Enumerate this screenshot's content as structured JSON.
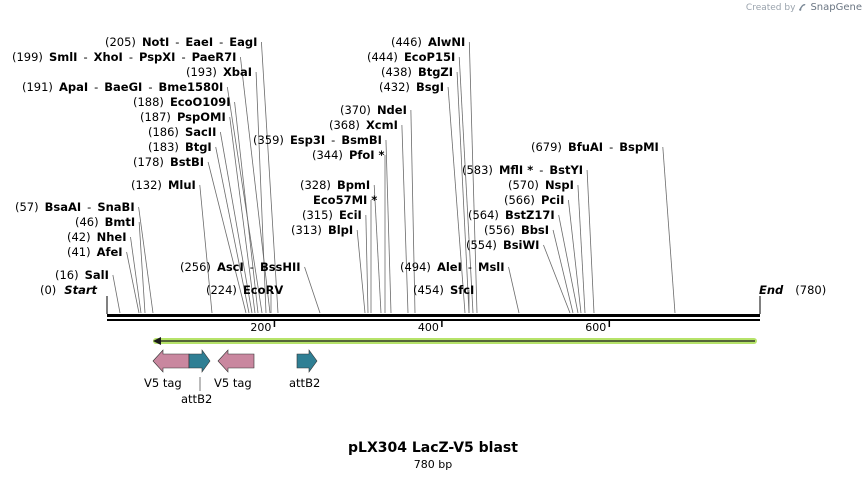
{
  "credit": {
    "text": "Created by",
    "brand": "SnapGene"
  },
  "map": {
    "title": "pLX304 LacZ-V5 blast",
    "length_label": "780 bp",
    "length": 780,
    "start_label": "Start",
    "start_pos": "(0)",
    "end_label": "End",
    "end_pos": "(780)",
    "ticks": [
      "200",
      "400",
      "600"
    ],
    "tick_values": [
      200,
      400,
      600
    ]
  },
  "sites": [
    {
      "pos": "(205)",
      "names": [
        "NotI",
        "EaeI",
        "EagI"
      ]
    },
    {
      "pos": "(199)",
      "names": [
        "SmlI",
        "XhoI",
        "PspXI",
        "PaeR7I"
      ]
    },
    {
      "pos": "(193)",
      "names": [
        "XbaI"
      ]
    },
    {
      "pos": "(191)",
      "names": [
        "ApaI",
        "BaeGI",
        "Bme1580I"
      ]
    },
    {
      "pos": "(188)",
      "names": [
        "EcoO109I"
      ]
    },
    {
      "pos": "(187)",
      "names": [
        "PspOMI"
      ]
    },
    {
      "pos": "(186)",
      "names": [
        "SacII"
      ]
    },
    {
      "pos": "(183)",
      "names": [
        "BtgI"
      ]
    },
    {
      "pos": "(178)",
      "names": [
        "BstBI"
      ]
    },
    {
      "pos": "(132)",
      "names": [
        "MluI"
      ]
    },
    {
      "pos": "(57)",
      "names": [
        "BsaAI",
        "SnaBI"
      ]
    },
    {
      "pos": "(46)",
      "names": [
        "BmtI"
      ]
    },
    {
      "pos": "(42)",
      "names": [
        "NheI"
      ]
    },
    {
      "pos": "(41)",
      "names": [
        "AfeI"
      ]
    },
    {
      "pos": "(16)",
      "names": [
        "SalI"
      ]
    },
    {
      "pos": "(256)",
      "names": [
        "AscI",
        "BssHII"
      ]
    },
    {
      "pos": "(224)",
      "names": [
        "EcoRV"
      ]
    },
    {
      "pos": "(359)",
      "names": [
        "Esp3I",
        "BsmBI"
      ]
    },
    {
      "pos": "(344)",
      "names": [
        "PfoI *"
      ]
    },
    {
      "pos": "(370)",
      "names": [
        "NdeI"
      ]
    },
    {
      "pos": "(368)",
      "names": [
        "XcmI"
      ]
    },
    {
      "pos": "(328)",
      "names": [
        "BpmI"
      ]
    },
    {
      "pos": "",
      "names": [
        "Eco57MI *"
      ]
    },
    {
      "pos": "(315)",
      "names": [
        "EciI"
      ]
    },
    {
      "pos": "(313)",
      "names": [
        "BlpI"
      ]
    },
    {
      "pos": "(446)",
      "names": [
        "AlwNI"
      ]
    },
    {
      "pos": "(444)",
      "names": [
        "EcoP15I"
      ]
    },
    {
      "pos": "(438)",
      "names": [
        "BtgZI"
      ]
    },
    {
      "pos": "(432)",
      "names": [
        "BsgI"
      ]
    },
    {
      "pos": "(494)",
      "names": [
        "AleI",
        "MslI"
      ]
    },
    {
      "pos": "(454)",
      "names": [
        "SfcI"
      ]
    },
    {
      "pos": "(679)",
      "names": [
        "BfuAI",
        "BspMI"
      ]
    },
    {
      "pos": "(583)",
      "names": [
        "MflI *",
        "BstYI"
      ]
    },
    {
      "pos": "(570)",
      "names": [
        "NspI"
      ]
    },
    {
      "pos": "(566)",
      "names": [
        "PciI"
      ]
    },
    {
      "pos": "(564)",
      "names": [
        "BstZ17I"
      ]
    },
    {
      "pos": "(556)",
      "names": [
        "BbsI"
      ]
    },
    {
      "pos": "(554)",
      "names": [
        "BsiWI"
      ]
    }
  ],
  "features": [
    {
      "label": "V5 tag",
      "color": "#c9879f",
      "direction": "left"
    },
    {
      "label": "attB2",
      "color": "#2f7f94",
      "direction": "right"
    },
    {
      "label": "V5 tag",
      "color": "#c9879f",
      "direction": "left"
    },
    {
      "label": "attB2",
      "color": "#2f7f94",
      "direction": "right"
    }
  ],
  "orf": {
    "color": "#b6e36a",
    "direction": "left"
  }
}
